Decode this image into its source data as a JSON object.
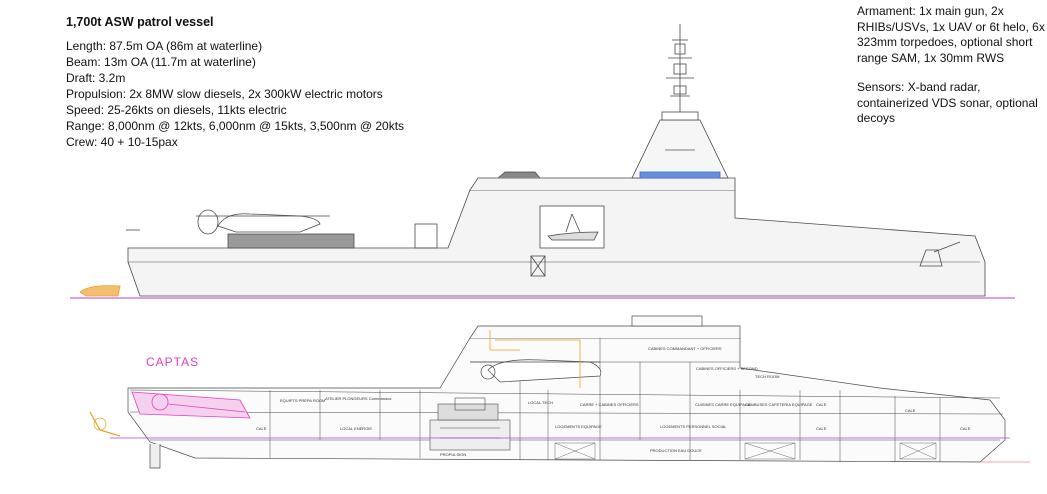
{
  "specs": {
    "title": "1,700t ASW patrol vessel",
    "lines": [
      "Length: 87.5m OA (86m at waterline)",
      "Beam: 13m OA (11.7m at waterline)",
      "Draft: 3.2m",
      "Propulsion: 2x 8MW slow diesels, 2x 300kW electric motors",
      "Speed: 25-26kts on diesels, 11kts electric",
      "Range: 8,000nm @ 12kts, 6,000nm @ 15kts, 3,500nm @ 20kts",
      "Crew: 40 + 10-15pax"
    ]
  },
  "notes": {
    "armament": "Armament: 1x main gun, 2x RHIBs/USVs, 1x UAV or 6t helo, 6x 323mm torpedoes, optional short range SAM, 1x 30mm RWS",
    "sensors": "Sensors: X-band radar, containerized VDS sonar, optional decoys"
  },
  "section": {
    "captas": "CAPTAS",
    "compartments": [
      "EQUIPTS PREPA ROOM",
      "ATELIER PLONGEURS Commandos",
      "CABINES COMMANDANT + OFFICIERS",
      "CABINES OFFICIERS + SECOND",
      "TECH ROOM",
      "CARRE + CABINES OFFICIERS",
      "CUISINES CARRE EQUIPAGE",
      "CAMBUSES CAFETERIA EQUIPAGE",
      "CALE",
      "LOGEMENTS EQUIPAGE",
      "LOGEMENTS PERSONNEL SOCIAL",
      "LOCAL TECH",
      "CALE",
      "CALE",
      "CALE",
      "CALE",
      "PRODUCTION EAU DOUCE",
      "LOCAL ENERGIE",
      "PROPULSION"
    ]
  },
  "colors": {
    "line": "#4a4a4a",
    "hull_fill": "#f4f4f4",
    "waterline": "#b040e0",
    "accent_orange": "#f0a020",
    "accent_blue": "#3070e0",
    "accent_pink": "#e040c0",
    "captas": "#e040c0"
  }
}
